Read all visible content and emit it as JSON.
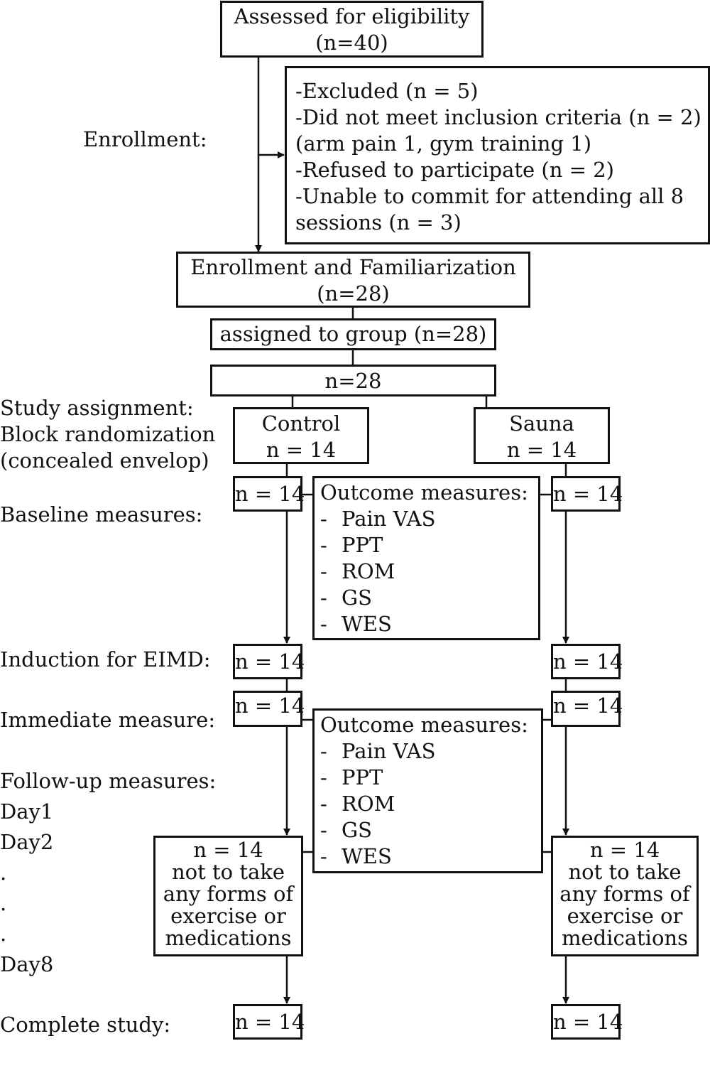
{
  "boxes": {
    "assessed": [
      "Assessed for eligibility",
      "(n=40)"
    ],
    "excluded": [
      "-Excluded (n = 5)",
      "-Did not meet inclusion criteria (n = 2)",
      "(arm pain 1, gym training 1)",
      "-Refused to participate (n = 2)",
      "-Unable to commit for attending all 8",
      "sessions (n = 3)"
    ],
    "enroll_fam": [
      "Enrollment and Familiarization",
      "(n=28)"
    ],
    "assigned": "assigned to group (n=28)",
    "total": "n=28",
    "control": [
      "Control",
      "n = 14"
    ],
    "sauna": [
      "Sauna",
      "n = 14"
    ],
    "control_baseline": "n = 14",
    "sauna_baseline": "n = 14",
    "control_induction": "n = 14",
    "sauna_induction": "n = 14",
    "control_immediate": "n = 14",
    "sauna_immediate": "n = 14",
    "control_followup": [
      "n = 14",
      "not to take",
      "any forms of",
      "exercise or",
      "medications"
    ],
    "sauna_followup": [
      "n = 14",
      "not to take",
      "any forms of",
      "exercise or",
      "medications"
    ],
    "control_complete": "n = 14",
    "sauna_complete": "n = 14"
  },
  "outcome_measures_1": {
    "title": "Outcome measures:",
    "items": [
      "Pain VAS",
      "PPT",
      "ROM",
      "GS",
      "WES"
    ]
  },
  "outcome_measures_2": {
    "title": "Outcome measures:",
    "items": [
      "Pain VAS",
      "PPT",
      "ROM",
      "GS",
      "WES"
    ]
  },
  "bullet_dash": "-",
  "labels": {
    "enrollment": "Enrollment:",
    "study_assignment": [
      "Study assignment:",
      "Block randomization",
      "(concealed envelop)"
    ],
    "baseline": "Baseline measures:",
    "induction": "Induction for EIMD:",
    "immediate": "Immediate measure:",
    "followup": "Follow-up measures:",
    "day1": "Day1",
    "day2": "Day2",
    "dot1": ".",
    "dot2": ".",
    "dot3": ".",
    "day8": "Day8",
    "complete": "Complete study:"
  }
}
